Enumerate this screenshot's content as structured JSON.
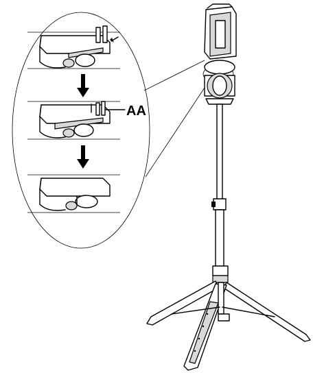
{
  "callout": {
    "label": "AA"
  },
  "steps": {
    "count": 3
  },
  "icons": [
    "magnified-detail-circle",
    "down-arrow-icon",
    "tripod-lamp-illustration"
  ]
}
